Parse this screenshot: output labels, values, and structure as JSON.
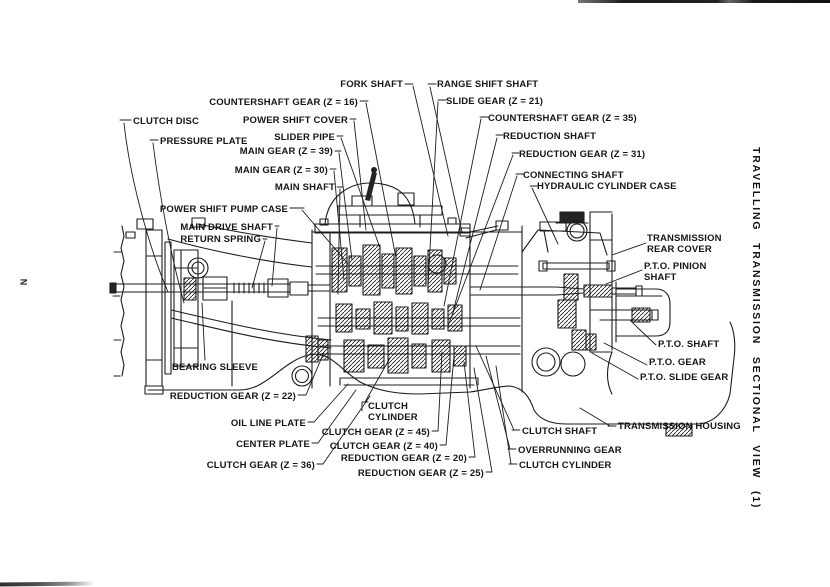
{
  "page": {
    "side_title": "TRAVELLING TRANSMISSION SECTIONAL VIEW (1)",
    "margin_mark": "N"
  },
  "labels": {
    "fork_shaft": "FORK SHAFT",
    "range_shift_shaft": "RANGE SHIFT SHAFT",
    "countershaft_gear_16": "COUNTERSHAFT GEAR (Z = 16)",
    "slide_gear_21": "SLIDE GEAR (Z = 21)",
    "power_shift_cover": "POWER SHIFT COVER",
    "countershaft_gear_35": "COUNTERSHAFT GEAR (Z = 35)",
    "clutch_disc": "CLUTCH DISC",
    "slider_pipe": "SLIDER PIPE",
    "reduction_shaft": "REDUCTION SHAFT",
    "pressure_plate": "PRESSURE PLATE",
    "main_gear_39": "MAIN GEAR (Z = 39)",
    "reduction_gear_31": "REDUCTION GEAR (Z = 31)",
    "main_gear_30": "MAIN GEAR (Z = 30)",
    "connecting_shaft": "CONNECTING SHAFT",
    "main_shaft": "MAIN SHAFT",
    "hydraulic_cylinder_case": "HYDRAULIC CYLINDER CASE",
    "power_shift_pump_case": "POWER SHIFT PUMP CASE",
    "main_drive_shaft": "MAIN DRIVE SHAFT",
    "return_spring": "RETURN SPRING",
    "transmission_rear_cover": "TRANSMISSION\nREAR COVER",
    "pto_pinion_shaft": "P.T.O. PINION\nSHAFT",
    "pto_shaft": "P.T.O. SHAFT",
    "pto_gear": "P.T.O. GEAR",
    "pto_slide_gear": "P.T.O. SLIDE GEAR",
    "bearing_sleeve": "BEARING SLEEVE",
    "reduction_gear_22": "REDUCTION GEAR (Z = 22)",
    "clutch_cylinder_center": "CLUTCH\nCYLINDER",
    "oil_line_plate": "OIL LINE PLATE",
    "clutch_gear_45": "CLUTCH GEAR (Z = 45)",
    "clutch_gear_40": "CLUTCH GEAR (Z = 40)",
    "center_plate": "CENTER PLATE",
    "reduction_gear_20": "REDUCTION GEAR (Z = 20)",
    "clutch_gear_36": "CLUTCH GEAR (Z = 36)",
    "reduction_gear_25": "REDUCTION GEAR (Z = 25)",
    "clutch_shaft": "CLUTCH SHAFT",
    "overrunning_gear": "OVERRUNNING GEAR",
    "clutch_cylinder_right": "CLUTCH CYLINDER",
    "transmission_housing": "TRANSMISSION HOUSING"
  }
}
